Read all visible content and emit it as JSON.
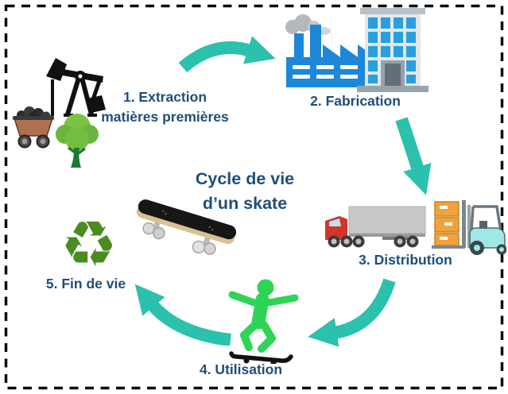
{
  "title": {
    "line1": "Cycle de vie",
    "line2": "d’un skate"
  },
  "steps": {
    "extraction": {
      "line1": "1. Extraction",
      "line2": "matières premières"
    },
    "fabrication": {
      "label": "2. Fabrication"
    },
    "distribution": {
      "label": "3. Distribution"
    },
    "utilisation": {
      "label": "4. Utilisation"
    },
    "fin_de_vie": {
      "label": "5. Fin de vie"
    }
  },
  "icons": {
    "recycle_glyph": "♻",
    "names": [
      "oil-pump-icon",
      "coal-cart-icon",
      "tree-icon",
      "factory-icon",
      "office-building-icon",
      "truck-icon",
      "forklift-icon",
      "skater-icon",
      "skateboard-icon",
      "recycle-icon"
    ]
  },
  "colors": {
    "label_text": "#1f4e79",
    "arrow": "#2bc1ac",
    "skater_green": "#2ed455",
    "recycle_green": "#4a8b22",
    "factory_blue": "#1d87d8",
    "window_blue": "#2a9fdf",
    "truck_red": "#d3352b",
    "forklift_cyan": "#9fe8e4",
    "border": "#0d0d0d"
  }
}
